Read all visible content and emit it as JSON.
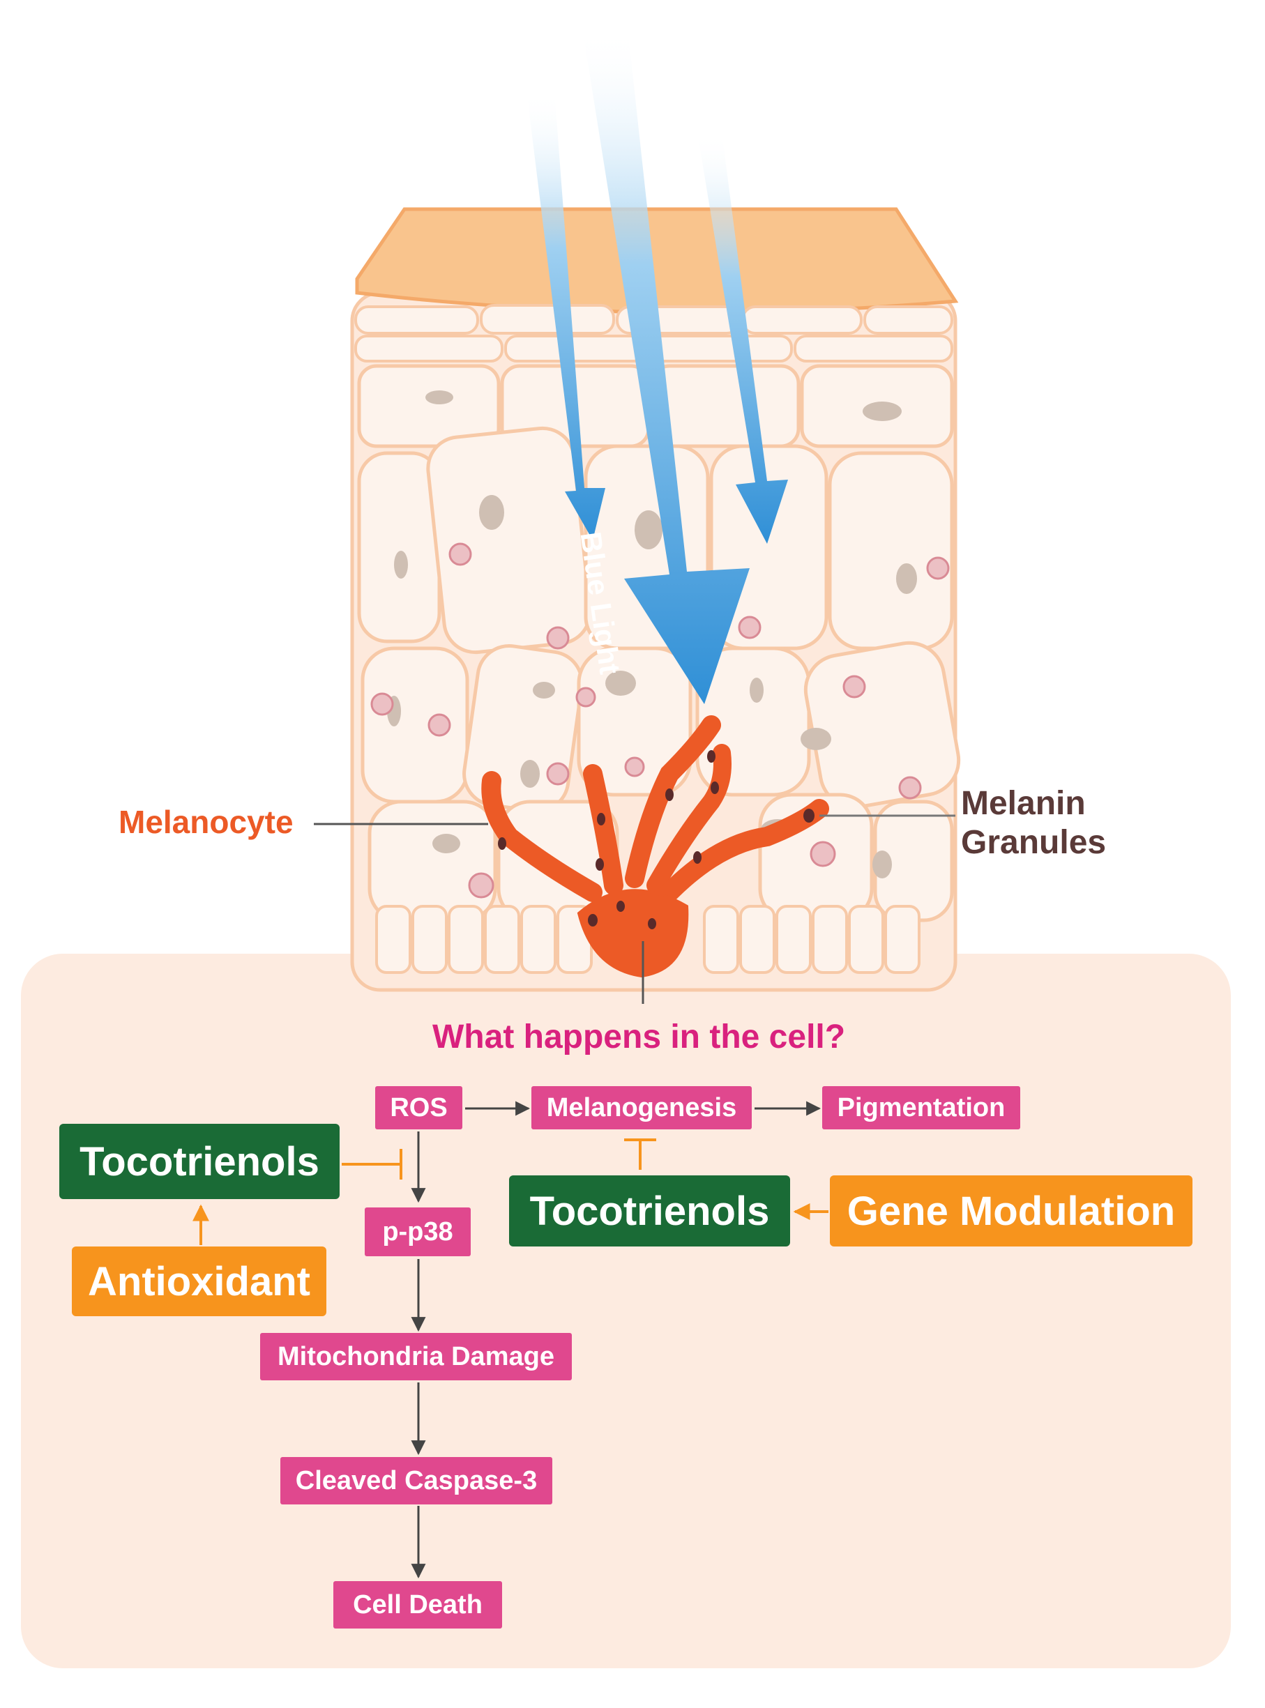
{
  "labels": {
    "blue_light": "Blue Light",
    "melanocyte": "Melanocyte",
    "melanin_granules": [
      "Melanin",
      "Granules"
    ],
    "question": "What happens in the cell?"
  },
  "pathway": {
    "ros": "ROS",
    "melanogenesis": "Melanogenesis",
    "pigmentation": "Pigmentation",
    "p_p38": "p-p38",
    "mitochondria_damage": "Mitochondria Damage",
    "cleaved_caspase_3": "Cleaved Caspase-3",
    "cell_death": "Cell Death"
  },
  "agents": {
    "tocotrienols_left": "Tocotrienols",
    "antioxidant": "Antioxidant",
    "tocotrienols_right": "Tocotrienols",
    "gene_modulation": "Gene Modulation"
  },
  "colors": {
    "pink": "#e0488e",
    "green": "#1a6b36",
    "orange": "#f7941d",
    "melanocyte": "#ec5a26",
    "blue_light": "#3c9ad9",
    "panel": "#fdebe0"
  }
}
